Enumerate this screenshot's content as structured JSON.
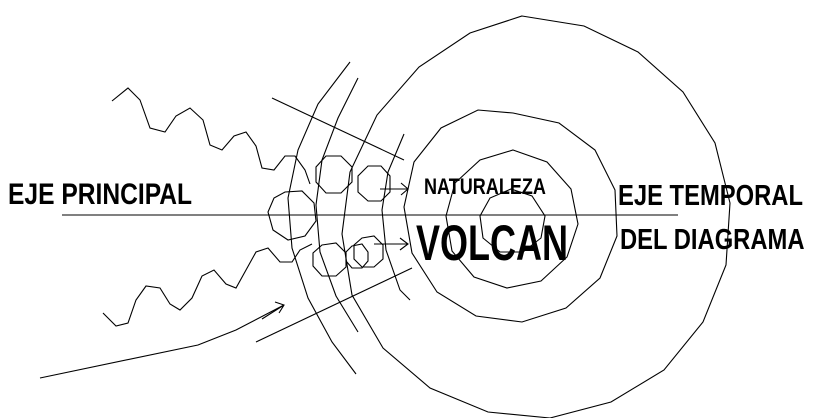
{
  "labels": {
    "main_axis": "EJE PRINCIPAL",
    "nature": "NATURALEZA",
    "volcano": "VOLCAN",
    "temporal_axis_line1": "EJE TEMPORAL",
    "temporal_axis_line2": "DEL DIAGRAMA"
  },
  "colors": {
    "stroke": "#000000",
    "background": "#ffffff"
  }
}
